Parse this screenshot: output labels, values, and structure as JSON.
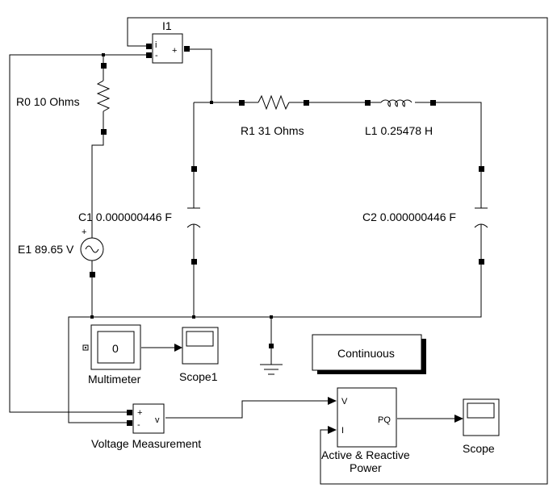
{
  "blocks": {
    "current_measurement": {
      "name": "I1",
      "port_in": "i",
      "port_minus": "-",
      "port_plus": "+"
    },
    "r0": {
      "label": "R0 10 Ohms"
    },
    "r1": {
      "label": "R1 31 Ohms"
    },
    "l1": {
      "label": "L1 0.25478 H"
    },
    "c1": {
      "label": "C1 0.000000446 F"
    },
    "c2": {
      "label": "C2 0.000000446 F"
    },
    "e1": {
      "label": "E1 89.65 V"
    },
    "multimeter": {
      "label": "Multimeter",
      "display": "0"
    },
    "scope1": {
      "label": "Scope1"
    },
    "continuous": {
      "label": "Continuous"
    },
    "voltage_measurement": {
      "label": "Voltage Measurement",
      "port_plus": "+",
      "port_minus": "-",
      "port_out": "v"
    },
    "power": {
      "label_line1": "Active & Reactive",
      "label_line2": "Power",
      "port_v": "V",
      "port_i": "I",
      "port_out": "PQ"
    },
    "scope": {
      "label": "Scope"
    }
  }
}
